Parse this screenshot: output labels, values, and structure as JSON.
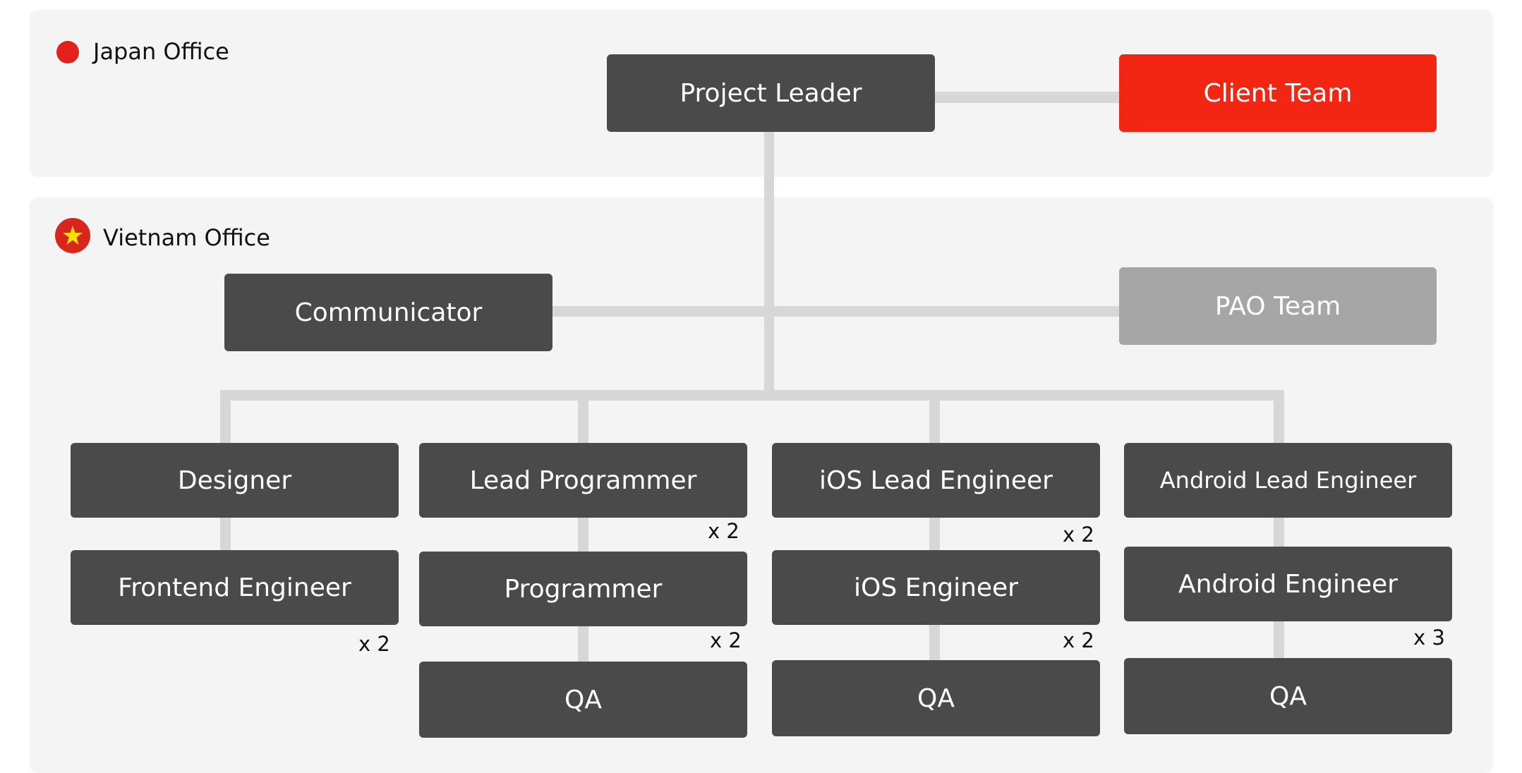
{
  "offices": {
    "japan": {
      "label": "Japan Office",
      "flag_color": "#e3211c"
    },
    "vietnam": {
      "label": "Vietnam Office",
      "flag_color": "#da251d",
      "star_color": "#ffde00"
    }
  },
  "colors": {
    "box": "#4a4a4a",
    "client": "#f22613",
    "pao": "#a6a6a6",
    "connector": "#d7d7d7",
    "panel": "#f4f4f4"
  },
  "nodes": {
    "project_leader": "Project Leader",
    "client_team": "Client Team",
    "communicator": "Communicator",
    "pao_team": "PAO Team"
  },
  "columns": [
    {
      "lead": "Designer",
      "engineer": "Frontend Engineer",
      "engineer_count": "x 2"
    },
    {
      "lead": "Lead Programmer",
      "lead_count": "x 2",
      "engineer": "Programmer",
      "engineer_count": "x 2",
      "qa": "QA"
    },
    {
      "lead": "iOS Lead Engineer",
      "lead_count": "x 2",
      "engineer": "iOS Engineer",
      "engineer_count": "x 2",
      "qa": "QA"
    },
    {
      "lead": "Android Lead Engineer",
      "engineer": "Android Engineer",
      "engineer_count": "x 3",
      "qa": "QA"
    }
  ]
}
